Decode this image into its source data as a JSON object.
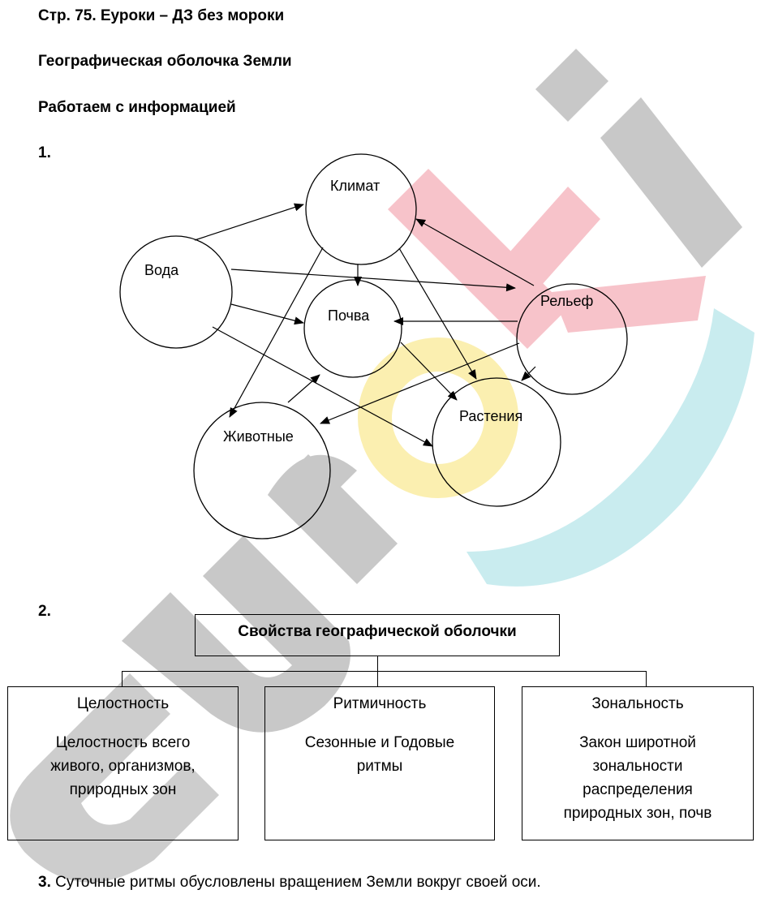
{
  "header": {
    "page_title": "Стр. 75. Еуроки – ДЗ без мороки",
    "topic": "Географическая оболочка Земли",
    "section": "Работаем с информацией"
  },
  "task1": {
    "number": "1.",
    "nodes": {
      "climate": "Климат",
      "water": "Вода",
      "relief": "Рельеф",
      "soil": "Почва",
      "animals": "Животные",
      "plants": "Растения"
    }
  },
  "task2": {
    "number": "2.",
    "root": "Свойства географической оболочки",
    "boxes": [
      {
        "title": "Целостность",
        "lines": [
          "Целостность всего",
          "живого, организмов,",
          "природных зон"
        ]
      },
      {
        "title": "Ритмичность",
        "lines": [
          "Сезонные и Годовые",
          "ритмы"
        ]
      },
      {
        "title": "Зональность",
        "lines": [
          "Закон широтной",
          "зональности",
          "распределения",
          "природных зон, почв"
        ]
      }
    ]
  },
  "task3": {
    "number": "3.",
    "text": " Суточные ритмы обусловлены вращением Земли вокруг своей оси."
  },
  "watermark": {
    "colors": {
      "gray": "#c8c8c8",
      "pink": "#f7c3ca",
      "yellow": "#fbefb0",
      "cyan": "#c9ecef"
    }
  }
}
